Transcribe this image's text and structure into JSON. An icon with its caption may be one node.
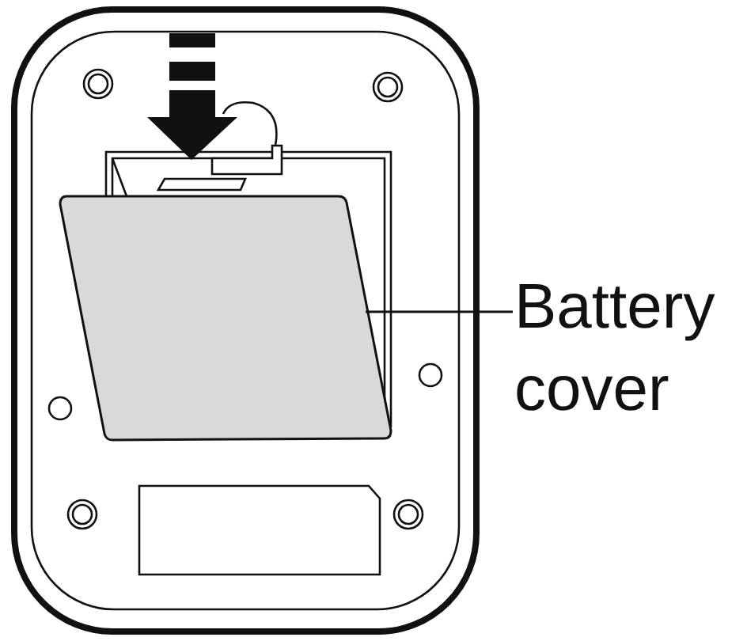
{
  "diagram": {
    "nodes": [
      {
        "text": [
          "Battery cover"
        ]
      },
      {
        "text": [],
        "shape": "box"
      }
    ],
    "edges": [
      {
        "from": 0,
        "to": 1,
        "arrow": "none"
      }
    ]
  }
}
